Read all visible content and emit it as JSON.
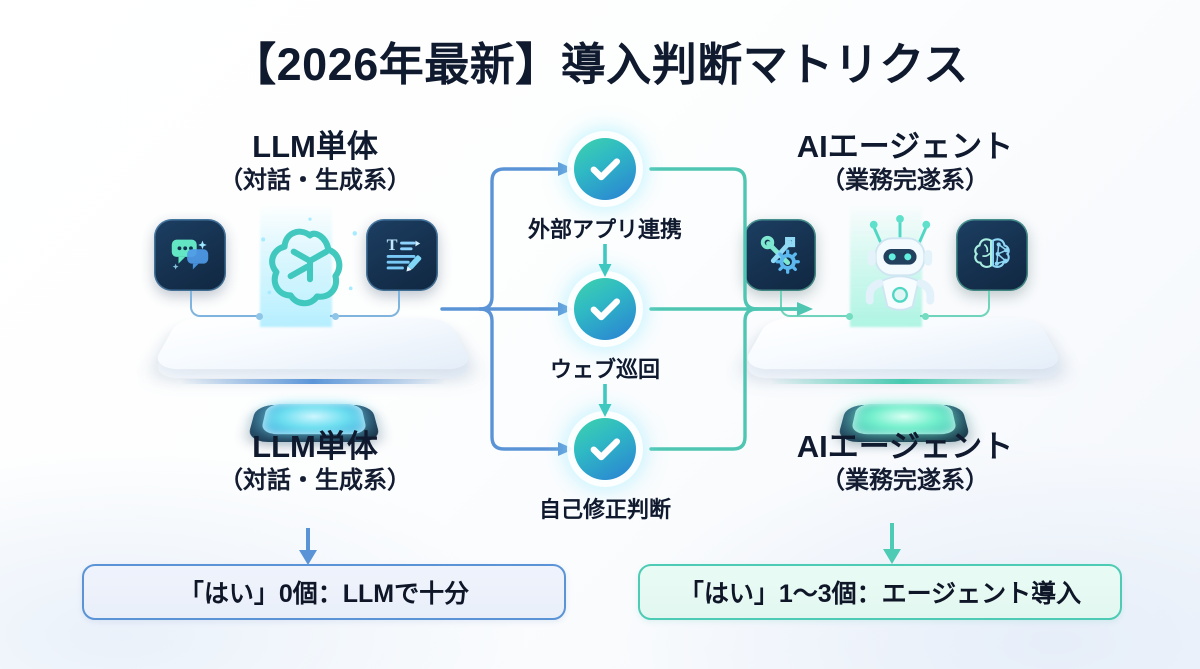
{
  "title": "【2026年最新】導入判断マトリクス",
  "columns": {
    "left": {
      "heading_line1": "LLM単体",
      "heading_line2": "（対話・生成系）",
      "footer_line1": "LLM単体",
      "footer_line2": "（対話・生成系）",
      "accent_color": "#5b94d6",
      "icons": [
        "chat-bubbles-icon",
        "openai-flower-icon",
        "text-document-pencil-icon"
      ]
    },
    "right": {
      "heading_line1": "AIエージェント",
      "heading_line2": "（業務完遂系）",
      "footer_line1": "AIエージェント",
      "footer_line2": "（業務完遂系）",
      "accent_color": "#4ecbb4",
      "icons": [
        "wrench-gear-tools-icon",
        "robot-icon",
        "brain-network-icon"
      ]
    }
  },
  "checkpoints": [
    {
      "label": "外部アプリ連携",
      "icon": "check-circle-icon"
    },
    {
      "label": "ウェブ巡回",
      "icon": "check-circle-icon"
    },
    {
      "label": "自己修正判断",
      "icon": "check-circle-icon"
    }
  ],
  "results": {
    "left": {
      "text": "「はい」0個：LLMで十分",
      "border_color": "#5b94d6"
    },
    "right": {
      "text": "「はい」1〜3個：エージェント導入",
      "border_color": "#4ecbb4"
    }
  },
  "arrows": {
    "left_down": "arrow-down-blue-icon",
    "right_down": "arrow-down-teal-icon"
  }
}
